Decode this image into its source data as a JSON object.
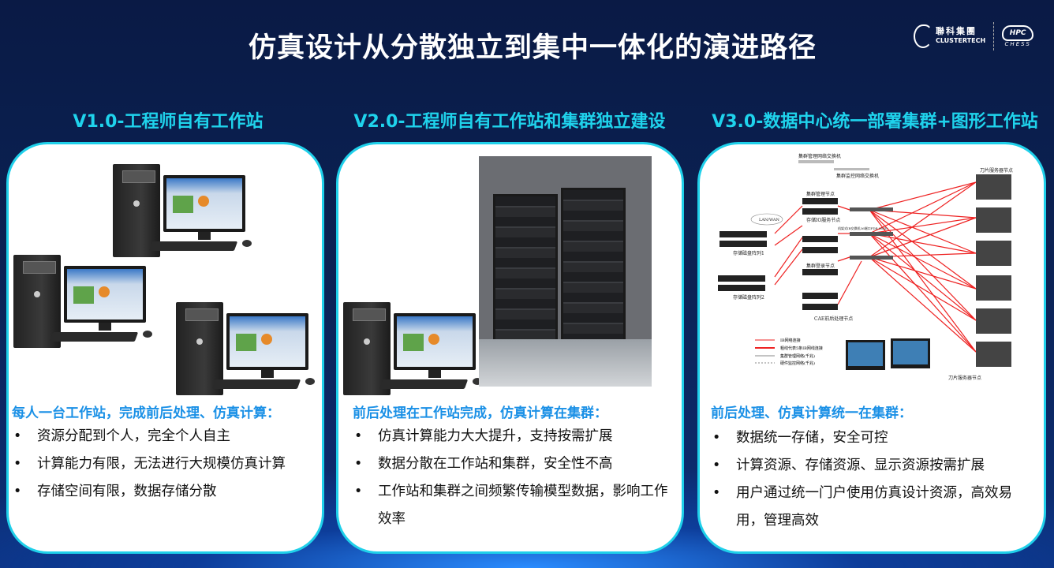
{
  "title": "仿真设计从分散独立到集中一体化的演进路径",
  "logos": {
    "clustertech_cn": "聯科集團",
    "clustertech_en": "CLUSTERTECH",
    "hpc": "HPC",
    "chess": "CHESS"
  },
  "columns": [
    {
      "heading": "V1.0-工程师自有工作站",
      "subtitle": "每人一台工作站，完成前后处理、仿真计算：",
      "bullets": [
        "资源分配到个人，完全个人自主",
        "计算能力有限，无法进行大规模仿真计算",
        "存储空间有限，数据存储分散"
      ]
    },
    {
      "heading": "V2.0-工程师自有工作站和集群独立建设",
      "subtitle": "前后处理在工作站完成，仿真计算在集群：",
      "bullets": [
        "仿真计算能力大大提升，支持按需扩展",
        "数据分散在工作站和集群，安全性不高",
        "工作站和集群之间频繁传输模型数据，影响工作效率"
      ]
    },
    {
      "heading": "V3.0-数据中心统一部署集群+图形工作站",
      "subtitle": "前后处理、仿真计算统一在集群：",
      "bullets": [
        "数据统一存储，安全可控",
        "计算资源、存储资源、显示资源按需扩展",
        "用户通过统一门户使用仿真设计资源，高效易用，管理高效"
      ]
    }
  ],
  "diagram": {
    "mgmt_switch": "集群管理网络交换机",
    "monitor_switch": "集群监控网络交换机",
    "blade_nodes": "刀片服务器节点",
    "mgmt_node": "集群管理节点",
    "io_node": "存储IO服务节点",
    "login_node": "集群登录节点",
    "cae_node": "CAE前后处理节点",
    "disk1": "存储磁盘阵列1",
    "disk2": "存储磁盘阵列2",
    "lan": "LAN/WAN",
    "ib_switch": "机架式IB交换机36端口FDR 56Gb",
    "legend": [
      "IB网络连接",
      "粗线代表5条IB网线连接",
      "集群管理网络(千兆)",
      "硬件监控网络(千兆)"
    ]
  },
  "colors": {
    "accent": "#1fd3ec",
    "subtitle": "#1a90e6",
    "link": "#ff2020"
  }
}
